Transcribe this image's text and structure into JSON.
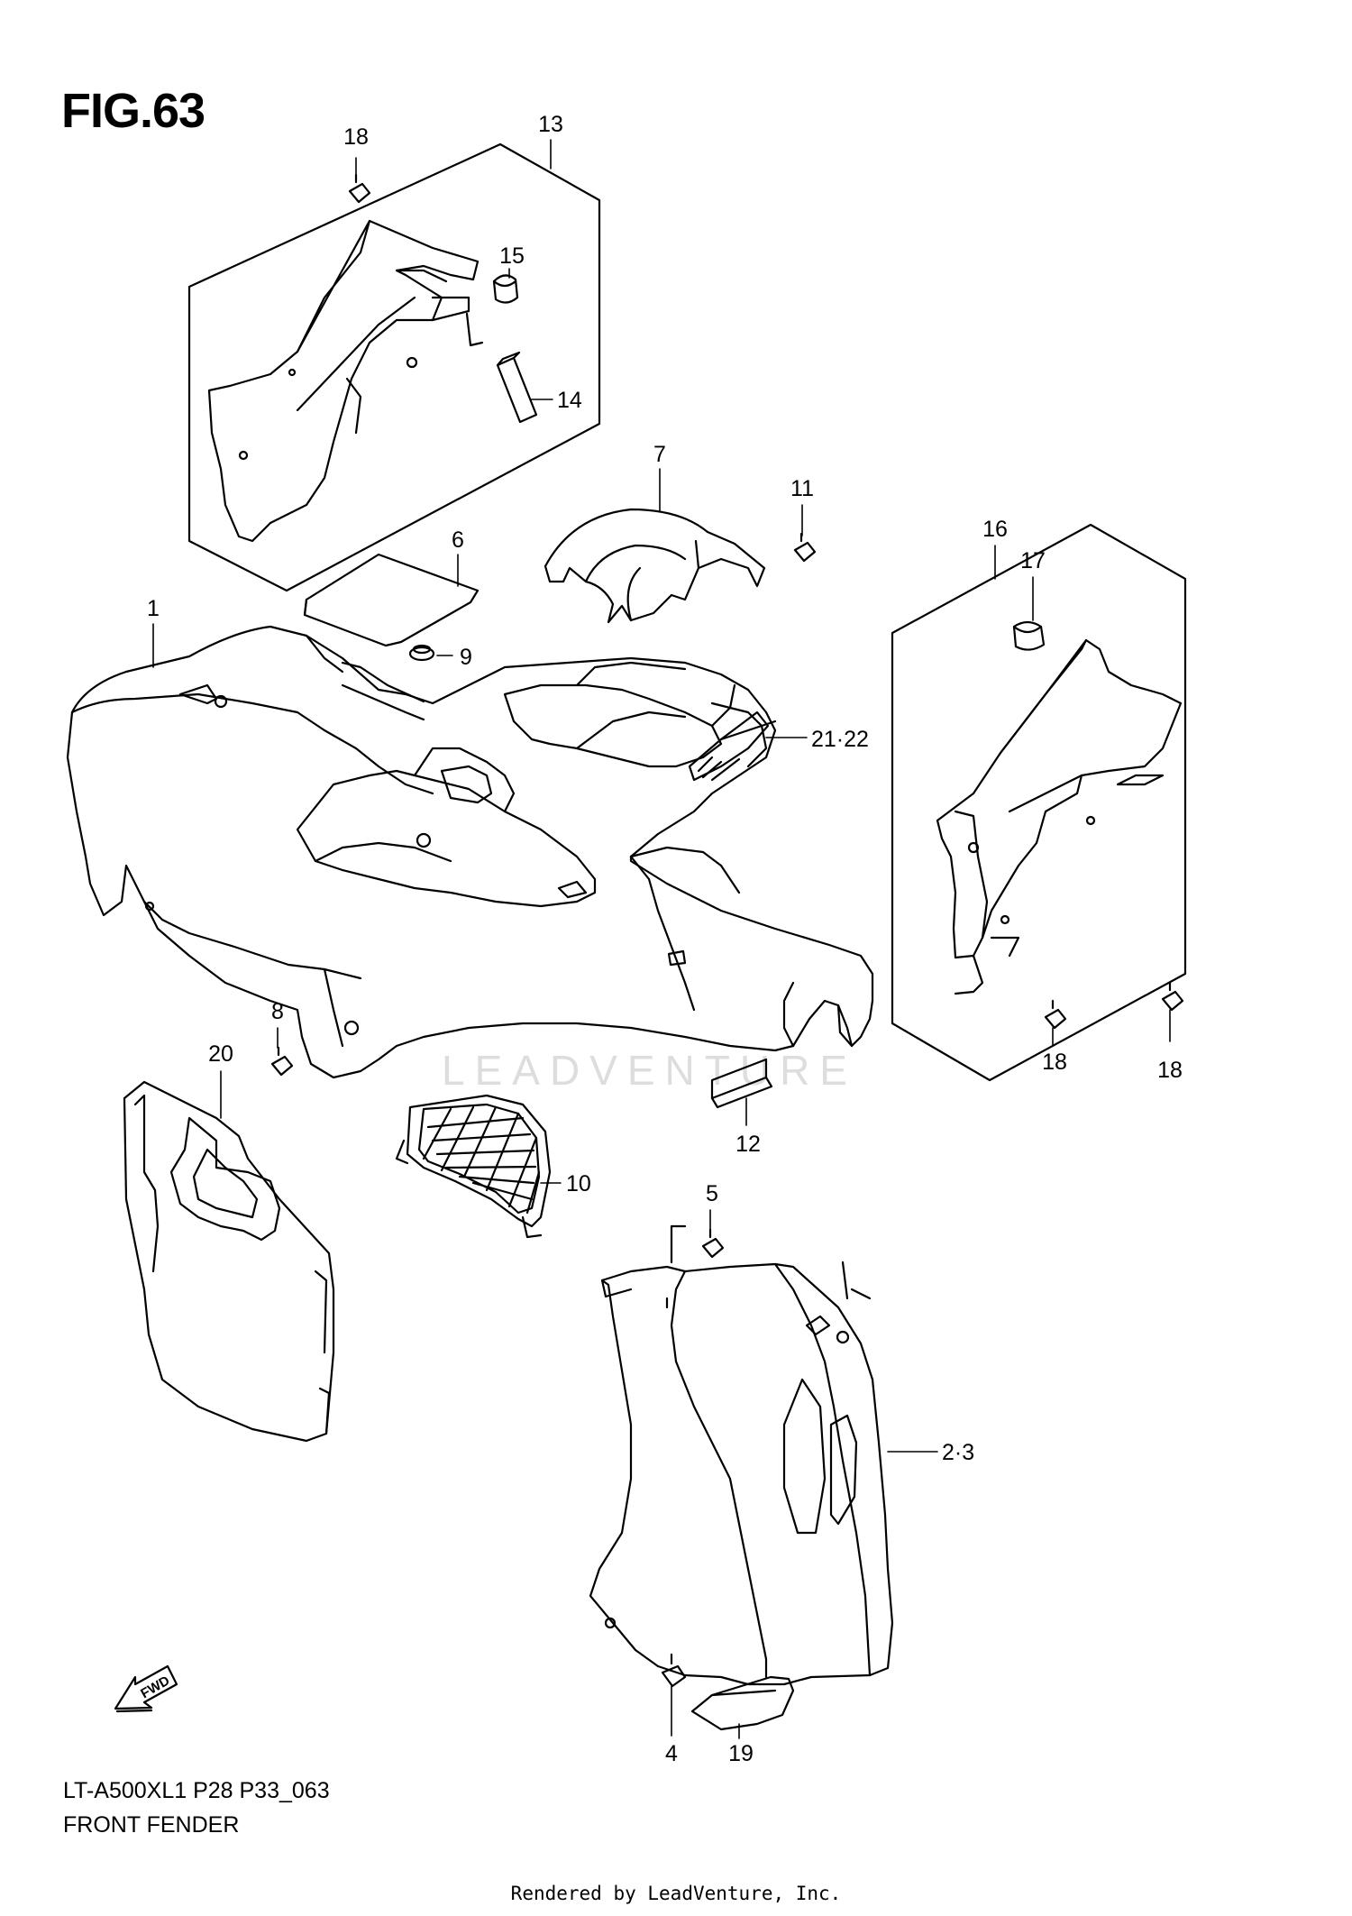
{
  "figure": {
    "title": "FIG.63",
    "model_code": "LT-A500XL1 P28 P33_063",
    "caption": "FRONT FENDER",
    "rendered_by": "Rendered by LeadVenture, Inc.",
    "watermark": "LEADVENTURE",
    "fwd_label": "FWD"
  },
  "callouts": [
    {
      "id": "c1",
      "label": "1"
    },
    {
      "id": "c2",
      "label": "2·3"
    },
    {
      "id": "c4",
      "label": "4"
    },
    {
      "id": "c5",
      "label": "5"
    },
    {
      "id": "c6",
      "label": "6"
    },
    {
      "id": "c7",
      "label": "7"
    },
    {
      "id": "c8",
      "label": "8"
    },
    {
      "id": "c9",
      "label": "9"
    },
    {
      "id": "c10",
      "label": "10"
    },
    {
      "id": "c11",
      "label": "11"
    },
    {
      "id": "c12",
      "label": "12"
    },
    {
      "id": "c13",
      "label": "13"
    },
    {
      "id": "c14",
      "label": "14"
    },
    {
      "id": "c15",
      "label": "15"
    },
    {
      "id": "c16",
      "label": "16"
    },
    {
      "id": "c17",
      "label": "17"
    },
    {
      "id": "c18a",
      "label": "18"
    },
    {
      "id": "c18b",
      "label": "18"
    },
    {
      "id": "c18c",
      "label": "18"
    },
    {
      "id": "c19",
      "label": "19"
    },
    {
      "id": "c20",
      "label": "20"
    },
    {
      "id": "c21",
      "label": "21·22"
    }
  ],
  "colors": {
    "line": "#000000",
    "background": "#ffffff",
    "watermark": "#dddddd"
  }
}
